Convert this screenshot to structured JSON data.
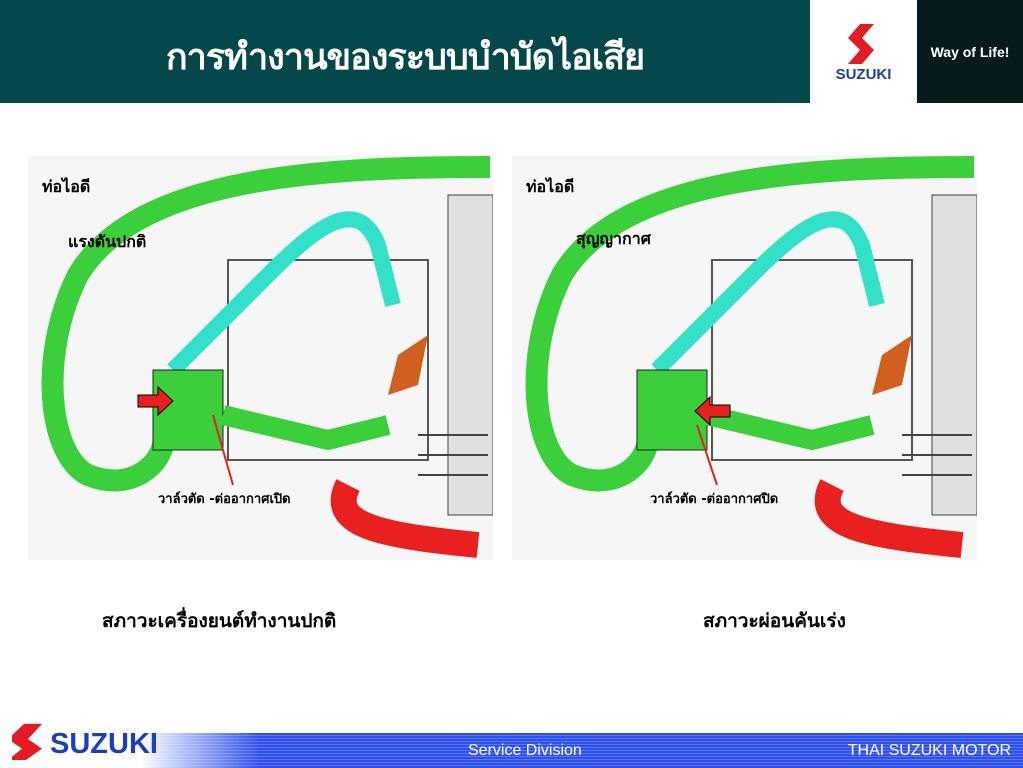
{
  "header": {
    "title": "การทำงานของระบบบำบัดไอเสีย",
    "logo": "SUZUKI",
    "slogan": "Way of Life!"
  },
  "diagrams": [
    {
      "intake_label": "ท่อไอดี",
      "pressure_label": "แรงดันปกติ",
      "valve_label": "วาล์วตัด -ต่ออากาศเปิด",
      "caption": "สภาวะเครื่องยนต์ทำงานปกติ"
    },
    {
      "intake_label": "ท่อไอดี",
      "pressure_label": "สุญญากาศ",
      "valve_label": "วาล์วตัด -ต่ออากาศปิด",
      "caption": "สภาวะผ่อนคันเร่ง"
    }
  ],
  "footer": {
    "logo": "SUZUKI",
    "division": "Service Division",
    "company": "THAI SUZUKI MOTOR"
  },
  "colors": {
    "header": "#04484c",
    "hose_green": "#3ccf3c",
    "hose_cyan": "#33e0c8",
    "exhaust_red": "#e82020",
    "footer_blue": "#2d4ff2"
  }
}
